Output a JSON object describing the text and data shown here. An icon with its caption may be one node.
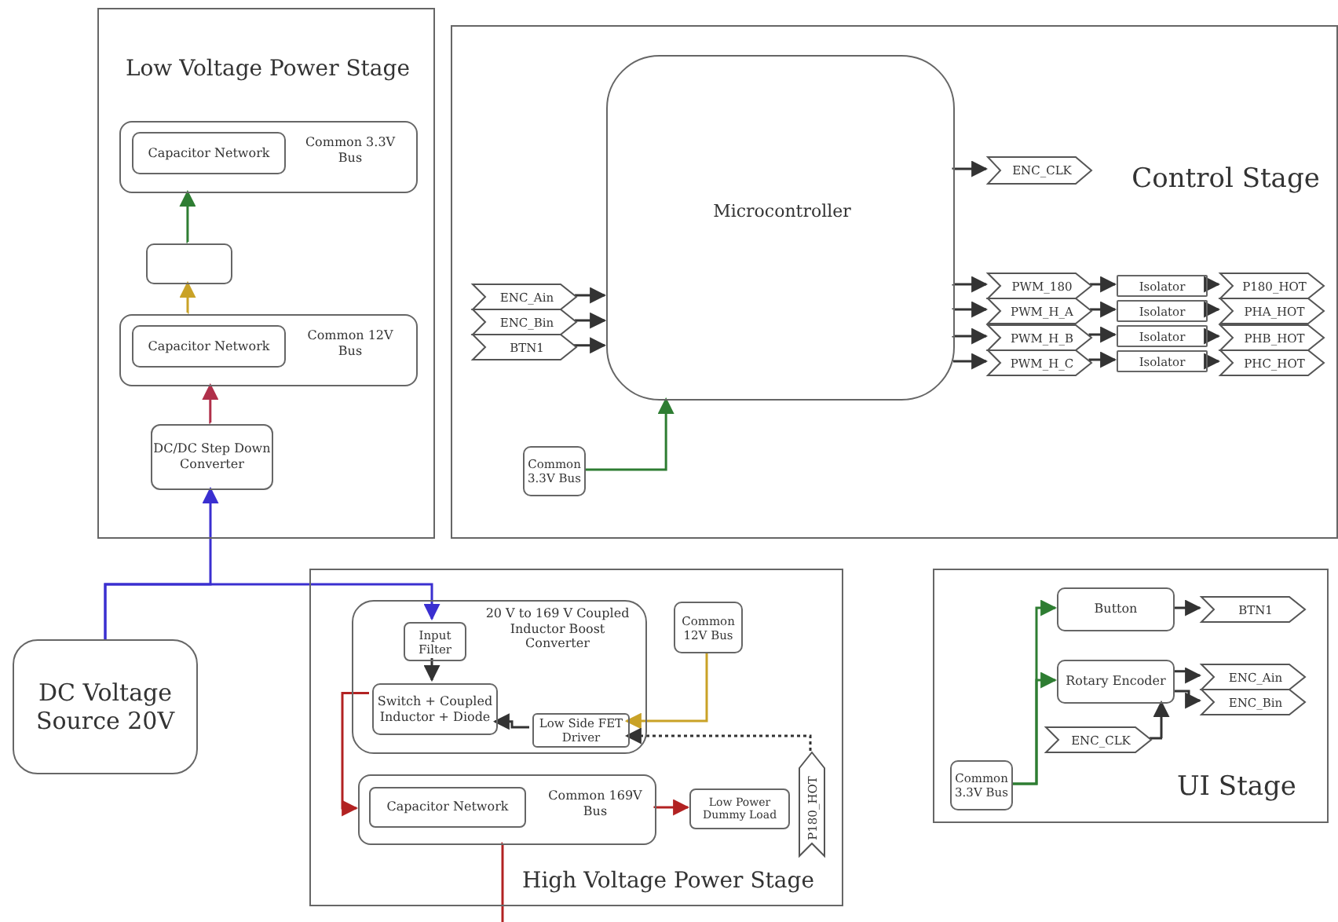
{
  "diagram": {
    "nodes": [
      {
        "text": [
          "Low Voltage Power Stage"
        ]
      },
      {
        "text": [
          "Common 3.3V Bus"
        ],
        "in": 0
      },
      {
        "text": [
          "Capacitor Network"
        ],
        "in": 1
      },
      {
        "text": [],
        "shape": "box",
        "in": 0
      },
      {
        "text": [
          "Common 12V Bus"
        ],
        "in": 0
      },
      {
        "text": [
          "Capacitor Network"
        ],
        "in": 4
      },
      {
        "text": [
          "DC/DC Step Down Converter"
        ],
        "in": 0
      },
      {
        "text": [
          "Control Stage"
        ]
      },
      {
        "text": [
          "Microcontroller"
        ],
        "in": 7
      },
      {
        "text": [
          "ENC_CLK"
        ],
        "in": 7
      },
      {
        "text": [
          "ENC_Ain"
        ],
        "in": 7
      },
      {
        "text": [
          "ENC_Bin"
        ],
        "in": 7
      },
      {
        "text": [
          "BTN1"
        ],
        "in": 7
      },
      {
        "text": [
          "PWM_180"
        ],
        "in": 7
      },
      {
        "text": [
          "PWM_H_A"
        ],
        "in": 7
      },
      {
        "text": [
          "PWM_H_B"
        ],
        "in": 7
      },
      {
        "text": [
          "PWM_H_C"
        ],
        "in": 7
      },
      {
        "text": [
          "Isolator"
        ],
        "in": 7
      },
      {
        "text": [
          "Isolator"
        ],
        "in": 7
      },
      {
        "text": [
          "Isolator"
        ],
        "in": 7
      },
      {
        "text": [
          "Isolator"
        ],
        "in": 7
      },
      {
        "text": [
          "P180_HOT"
        ],
        "in": 7
      },
      {
        "text": [
          "PHA_HOT"
        ],
        "in": 7
      },
      {
        "text": [
          "PHB_HOT"
        ],
        "in": 7
      },
      {
        "text": [
          "PHC_HOT"
        ],
        "in": 7
      },
      {
        "text": [
          "Common 3.3V Bus"
        ],
        "in": 7
      },
      {
        "text": [
          "DC Voltage Source 20V"
        ]
      },
      {
        "text": [
          "High Voltage Power Stage"
        ]
      },
      {
        "text": [
          "20 V to 169 V Coupled Inductor Boost Converter"
        ],
        "in": 27
      },
      {
        "text": [
          "Input Filter"
        ],
        "in": 28
      },
      {
        "text": [
          "Switch + Coupled Inductor + Diode"
        ],
        "in": 28
      },
      {
        "text": [
          "Low Side FET Driver"
        ],
        "in": 28
      },
      {
        "text": [
          "Common 12V Bus"
        ],
        "in": 27
      },
      {
        "text": [
          "Common 169V Bus"
        ],
        "in": 27
      },
      {
        "text": [
          "Capacitor Network"
        ],
        "in": 33
      },
      {
        "text": [
          "Low Power Dummy Load"
        ],
        "in": 27
      },
      {
        "text": [
          "P180_HOT"
        ],
        "in": 27
      },
      {
        "text": [
          "UI Stage"
        ]
      },
      {
        "text": [
          "Button"
        ],
        "in": 37
      },
      {
        "text": [
          "BTN1"
        ],
        "in": 37
      },
      {
        "text": [
          "Rotary Encoder"
        ],
        "in": 37
      },
      {
        "text": [
          "ENC_Ain"
        ],
        "in": 37
      },
      {
        "text": [
          "ENC_Bin"
        ],
        "in": 37
      },
      {
        "text": [
          "ENC_CLK"
        ],
        "in": 37
      },
      {
        "text": [
          "Common 3.3V Bus"
        ],
        "in": 37
      }
    ],
    "edges": [
      {
        "from": 6,
        "to": 4,
        "arrow": "to",
        "color": "#b0304a"
      },
      {
        "from": 4,
        "to": 3,
        "arrow": "to",
        "color": "#c9a227"
      },
      {
        "from": 3,
        "to": 1,
        "arrow": "to",
        "color": "#2e7d32"
      },
      {
        "from": 26,
        "to": 6,
        "arrow": "to",
        "color": "#3a2fd0"
      },
      {
        "from": 26,
        "to": 29,
        "arrow": "to",
        "color": "#3a2fd0"
      },
      {
        "from": 8,
        "to": 9,
        "arrow": "to"
      },
      {
        "from": 10,
        "to": 8,
        "arrow": "to"
      },
      {
        "from": 11,
        "to": 8,
        "arrow": "to"
      },
      {
        "from": 12,
        "to": 8,
        "arrow": "to"
      },
      {
        "from": 8,
        "to": 13,
        "arrow": "to"
      },
      {
        "from": 8,
        "to": 14,
        "arrow": "to"
      },
      {
        "from": 8,
        "to": 15,
        "arrow": "to"
      },
      {
        "from": 8,
        "to": 16,
        "arrow": "to"
      },
      {
        "from": 13,
        "to": 17,
        "arrow": "to"
      },
      {
        "from": 14,
        "to": 18,
        "arrow": "to"
      },
      {
        "from": 15,
        "to": 19,
        "arrow": "to"
      },
      {
        "from": 16,
        "to": 20,
        "arrow": "to"
      },
      {
        "from": 17,
        "to": 21,
        "arrow": "to"
      },
      {
        "from": 18,
        "to": 22,
        "arrow": "to"
      },
      {
        "from": 19,
        "to": 23,
        "arrow": "to"
      },
      {
        "from": 20,
        "to": 24,
        "arrow": "to"
      },
      {
        "from": 25,
        "to": 8,
        "arrow": "to",
        "color": "#2e7d32"
      },
      {
        "from": 29,
        "to": 30,
        "arrow": "to"
      },
      {
        "from": 31,
        "to": 30,
        "arrow": "to"
      },
      {
        "from": 32,
        "to": 31,
        "arrow": "to",
        "color": "#c9a227"
      },
      {
        "from": 36,
        "to": 31,
        "arrow": "to",
        "style": "dashed"
      },
      {
        "from": 30,
        "to": 33,
        "arrow": "to",
        "color": "#b22222"
      },
      {
        "from": 33,
        "to": 35,
        "arrow": "to",
        "color": "#b22222"
      },
      {
        "from": 33,
        "to": null,
        "arrow": "none",
        "color": "#b22222"
      },
      {
        "from": 44,
        "to": 38,
        "arrow": "to",
        "color": "#2e7d32"
      },
      {
        "from": 44,
        "to": 40,
        "arrow": "to",
        "color": "#2e7d32"
      },
      {
        "from": 38,
        "to": 39,
        "arrow": "to"
      },
      {
        "from": 40,
        "to": 41,
        "arrow": "to"
      },
      {
        "from": 40,
        "to": 42,
        "arrow": "to"
      },
      {
        "from": 43,
        "to": 40,
        "arrow": "to"
      }
    ]
  }
}
